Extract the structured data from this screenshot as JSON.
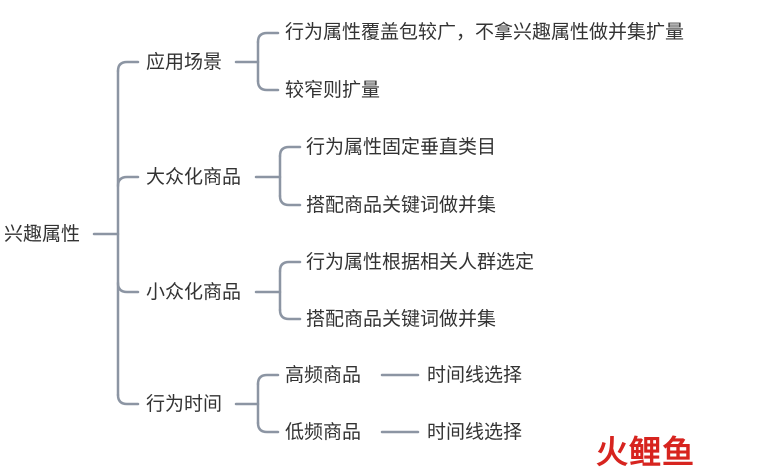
{
  "root": {
    "label": "兴趣属性"
  },
  "branches": [
    {
      "label": "应用场景",
      "children": [
        {
          "label": "行为属性覆盖包较广，不拿兴趣属性做并集扩量"
        },
        {
          "label": "较窄则扩量"
        }
      ]
    },
    {
      "label": "大众化商品",
      "children": [
        {
          "label": "行为属性固定垂直类目"
        },
        {
          "label": "搭配商品关键词做并集"
        }
      ]
    },
    {
      "label": "小众化商品",
      "children": [
        {
          "label": "行为属性根据相关人群选定"
        },
        {
          "label": "搭配商品关键词做并集"
        }
      ]
    },
    {
      "label": "行为时间",
      "children": [
        {
          "label": "高频商品",
          "next": {
            "label": "时间线选择"
          }
        },
        {
          "label": "低频商品",
          "next": {
            "label": "时间线选择"
          }
        }
      ]
    }
  ],
  "watermark": {
    "text": "火鲤鱼",
    "color": "#d7241f"
  },
  "line_color": "#8c95a3"
}
